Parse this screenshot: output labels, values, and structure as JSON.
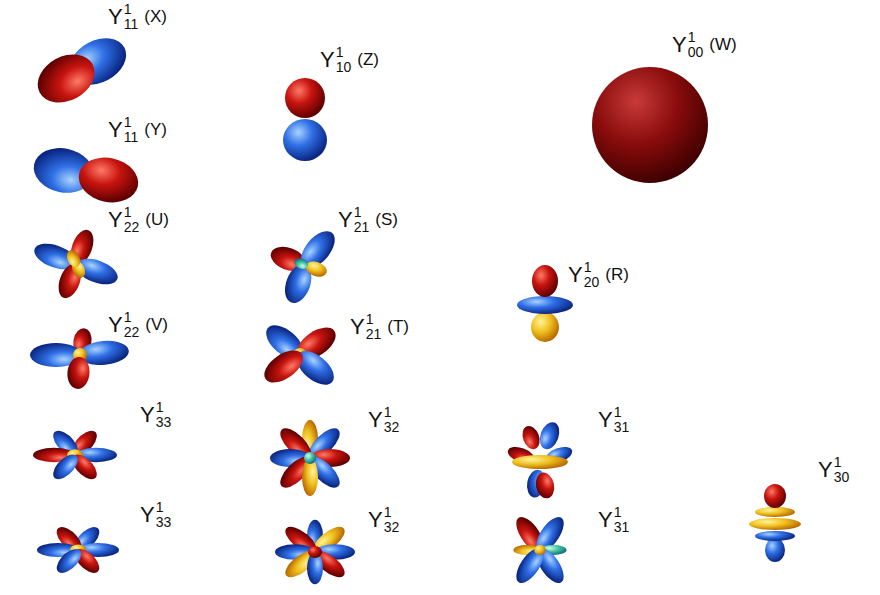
{
  "diagram": {
    "labels": [
      "Y",
      "1",
      "11",
      "(X)",
      "Y",
      "1",
      "10",
      "(Z)",
      "Y",
      "1",
      "00",
      "(W)",
      "Y",
      "1",
      "11",
      "(Y)",
      "Y",
      "1",
      "22",
      "(U)",
      "Y",
      "1",
      "21",
      "(S)",
      "Y",
      "1",
      "20",
      "(R)",
      "Y",
      "1",
      "22",
      "(V)",
      "Y",
      "1",
      "21",
      "(T)",
      "Y",
      "1",
      "33",
      "Y",
      "1",
      "32",
      "Y",
      "1",
      "31",
      "Y",
      "1",
      "30",
      "Y",
      "1",
      "33",
      "Y",
      "1",
      "32",
      "Y",
      "1",
      "31"
    ]
  }
}
